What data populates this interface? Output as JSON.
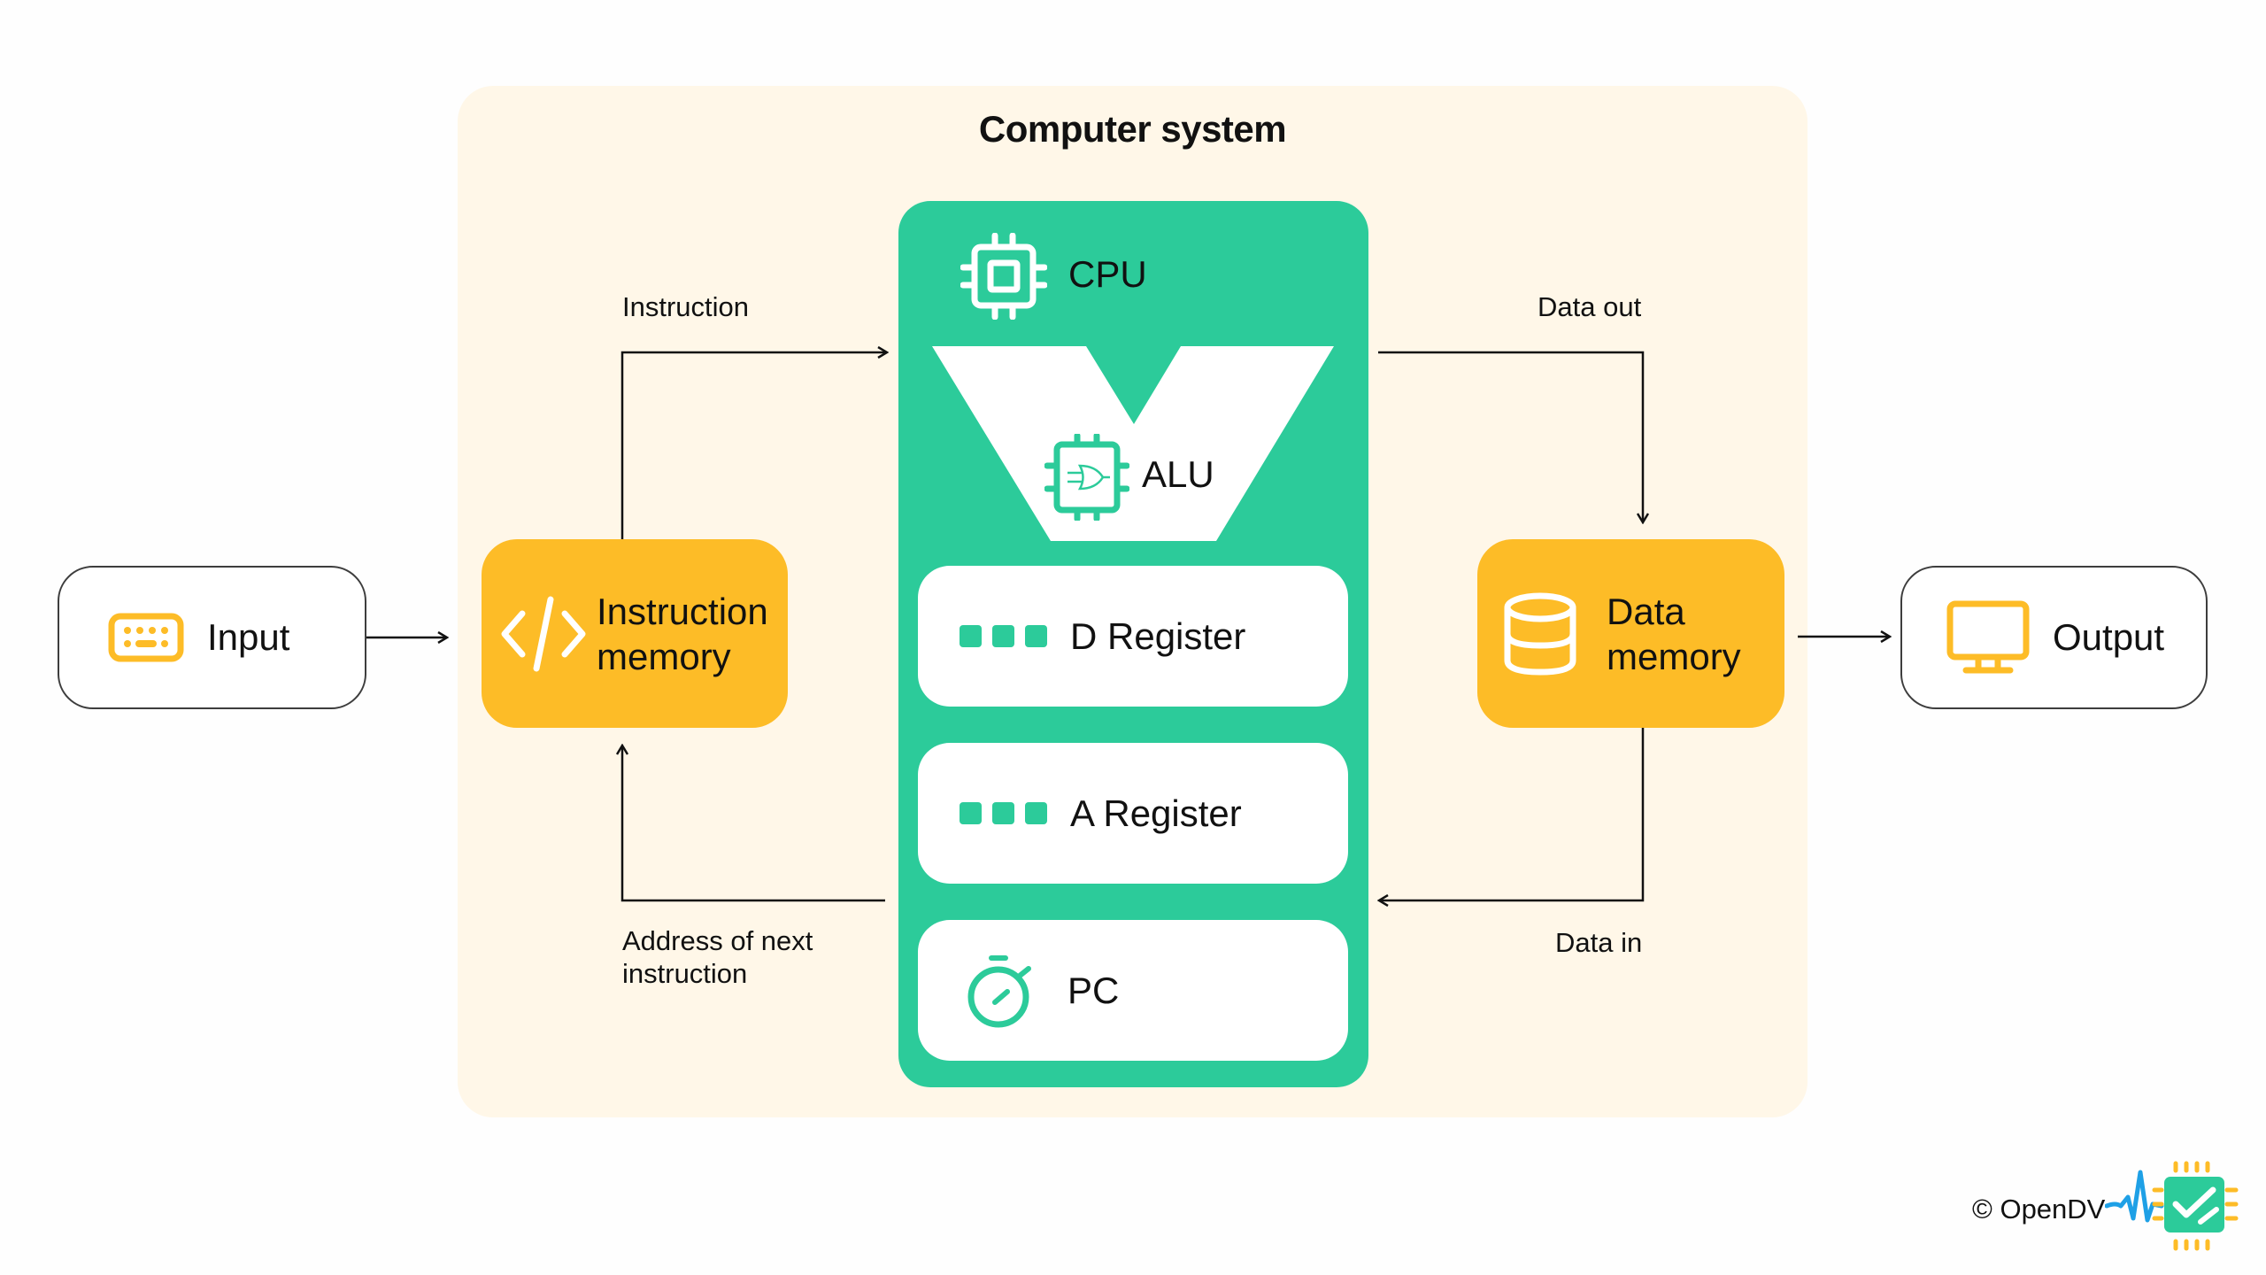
{
  "title": "Computer system",
  "io": {
    "input": {
      "label": "Input",
      "icon": "keyboard-icon"
    },
    "output": {
      "label": "Output",
      "icon": "monitor-icon"
    }
  },
  "memory": {
    "instruction": {
      "line1": "Instruction",
      "line2": "memory",
      "icon": "code-icon"
    },
    "data": {
      "line1": "Data",
      "line2": "memory",
      "icon": "database-icon"
    }
  },
  "cpu": {
    "label": "CPU",
    "icon": "cpu-chip-icon",
    "alu": {
      "label": "ALU",
      "icon": "logic-gate-chip-icon"
    },
    "registers": [
      {
        "label": "D Register",
        "icon": "register-squares-icon"
      },
      {
        "label": "A Register",
        "icon": "register-squares-icon"
      },
      {
        "label": "PC",
        "icon": "stopwatch-icon"
      }
    ]
  },
  "flows": {
    "instruction": "Instruction",
    "address_line1": "Address of next",
    "address_line2": "instruction",
    "data_out": "Data out",
    "data_in": "Data in"
  },
  "colors": {
    "system_bg": "#fff7e8",
    "cpu_green": "#2ccb9a",
    "memory_yellow": "#fdbc27",
    "logo_blue": "#1ea0e6"
  },
  "footer": {
    "copyright": "© OpenDV",
    "logo_icon": "opendv-chip-check-logo"
  }
}
